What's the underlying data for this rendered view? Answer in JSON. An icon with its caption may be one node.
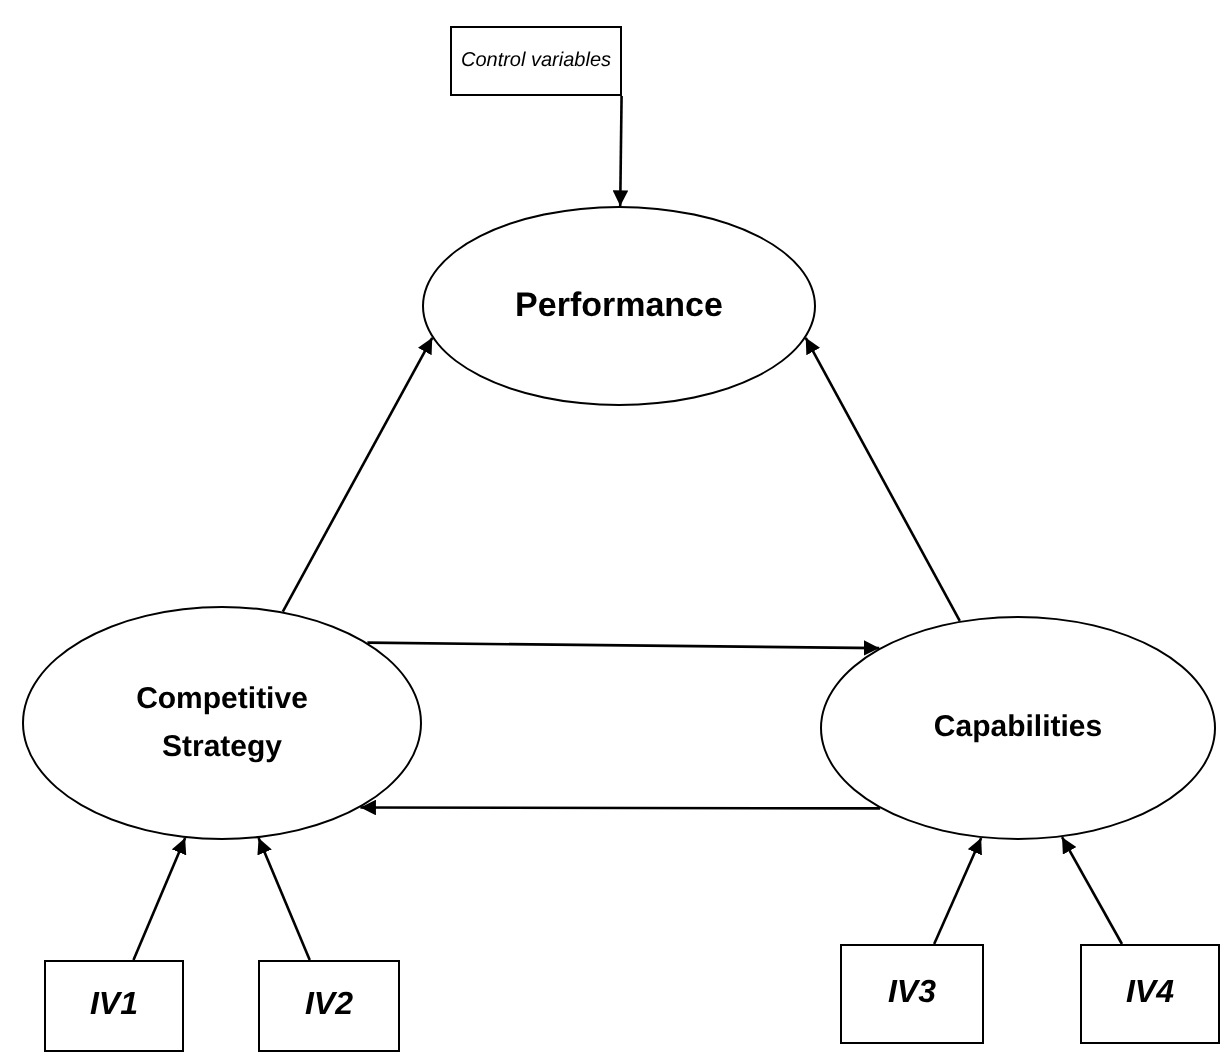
{
  "diagram": {
    "nodes": [
      {
        "text": [
          "Control variables"
        ]
      },
      {
        "text": [
          "Performance"
        ]
      },
      {
        "text": [
          "Competitive Strategy"
        ]
      },
      {
        "text": [
          "Capabilities"
        ]
      },
      {
        "text": [
          "IV1"
        ]
      },
      {
        "text": [
          "IV2"
        ]
      },
      {
        "text": [
          "IV3"
        ]
      },
      {
        "text": [
          "IV4"
        ]
      }
    ],
    "edges": [
      {
        "from": 0,
        "to": 1,
        "arrow": "to"
      },
      {
        "from": 2,
        "to": 1,
        "arrow": "to"
      },
      {
        "from": 3,
        "to": 1,
        "arrow": "to"
      },
      {
        "from": 2,
        "to": 3,
        "arrow": "to"
      },
      {
        "from": 3,
        "to": 2,
        "arrow": "to"
      },
      {
        "from": 4,
        "to": 2,
        "arrow": "to"
      },
      {
        "from": 5,
        "to": 2,
        "arrow": "to"
      },
      {
        "from": 6,
        "to": 3,
        "arrow": "to"
      },
      {
        "from": 7,
        "to": 3,
        "arrow": "to"
      }
    ]
  }
}
